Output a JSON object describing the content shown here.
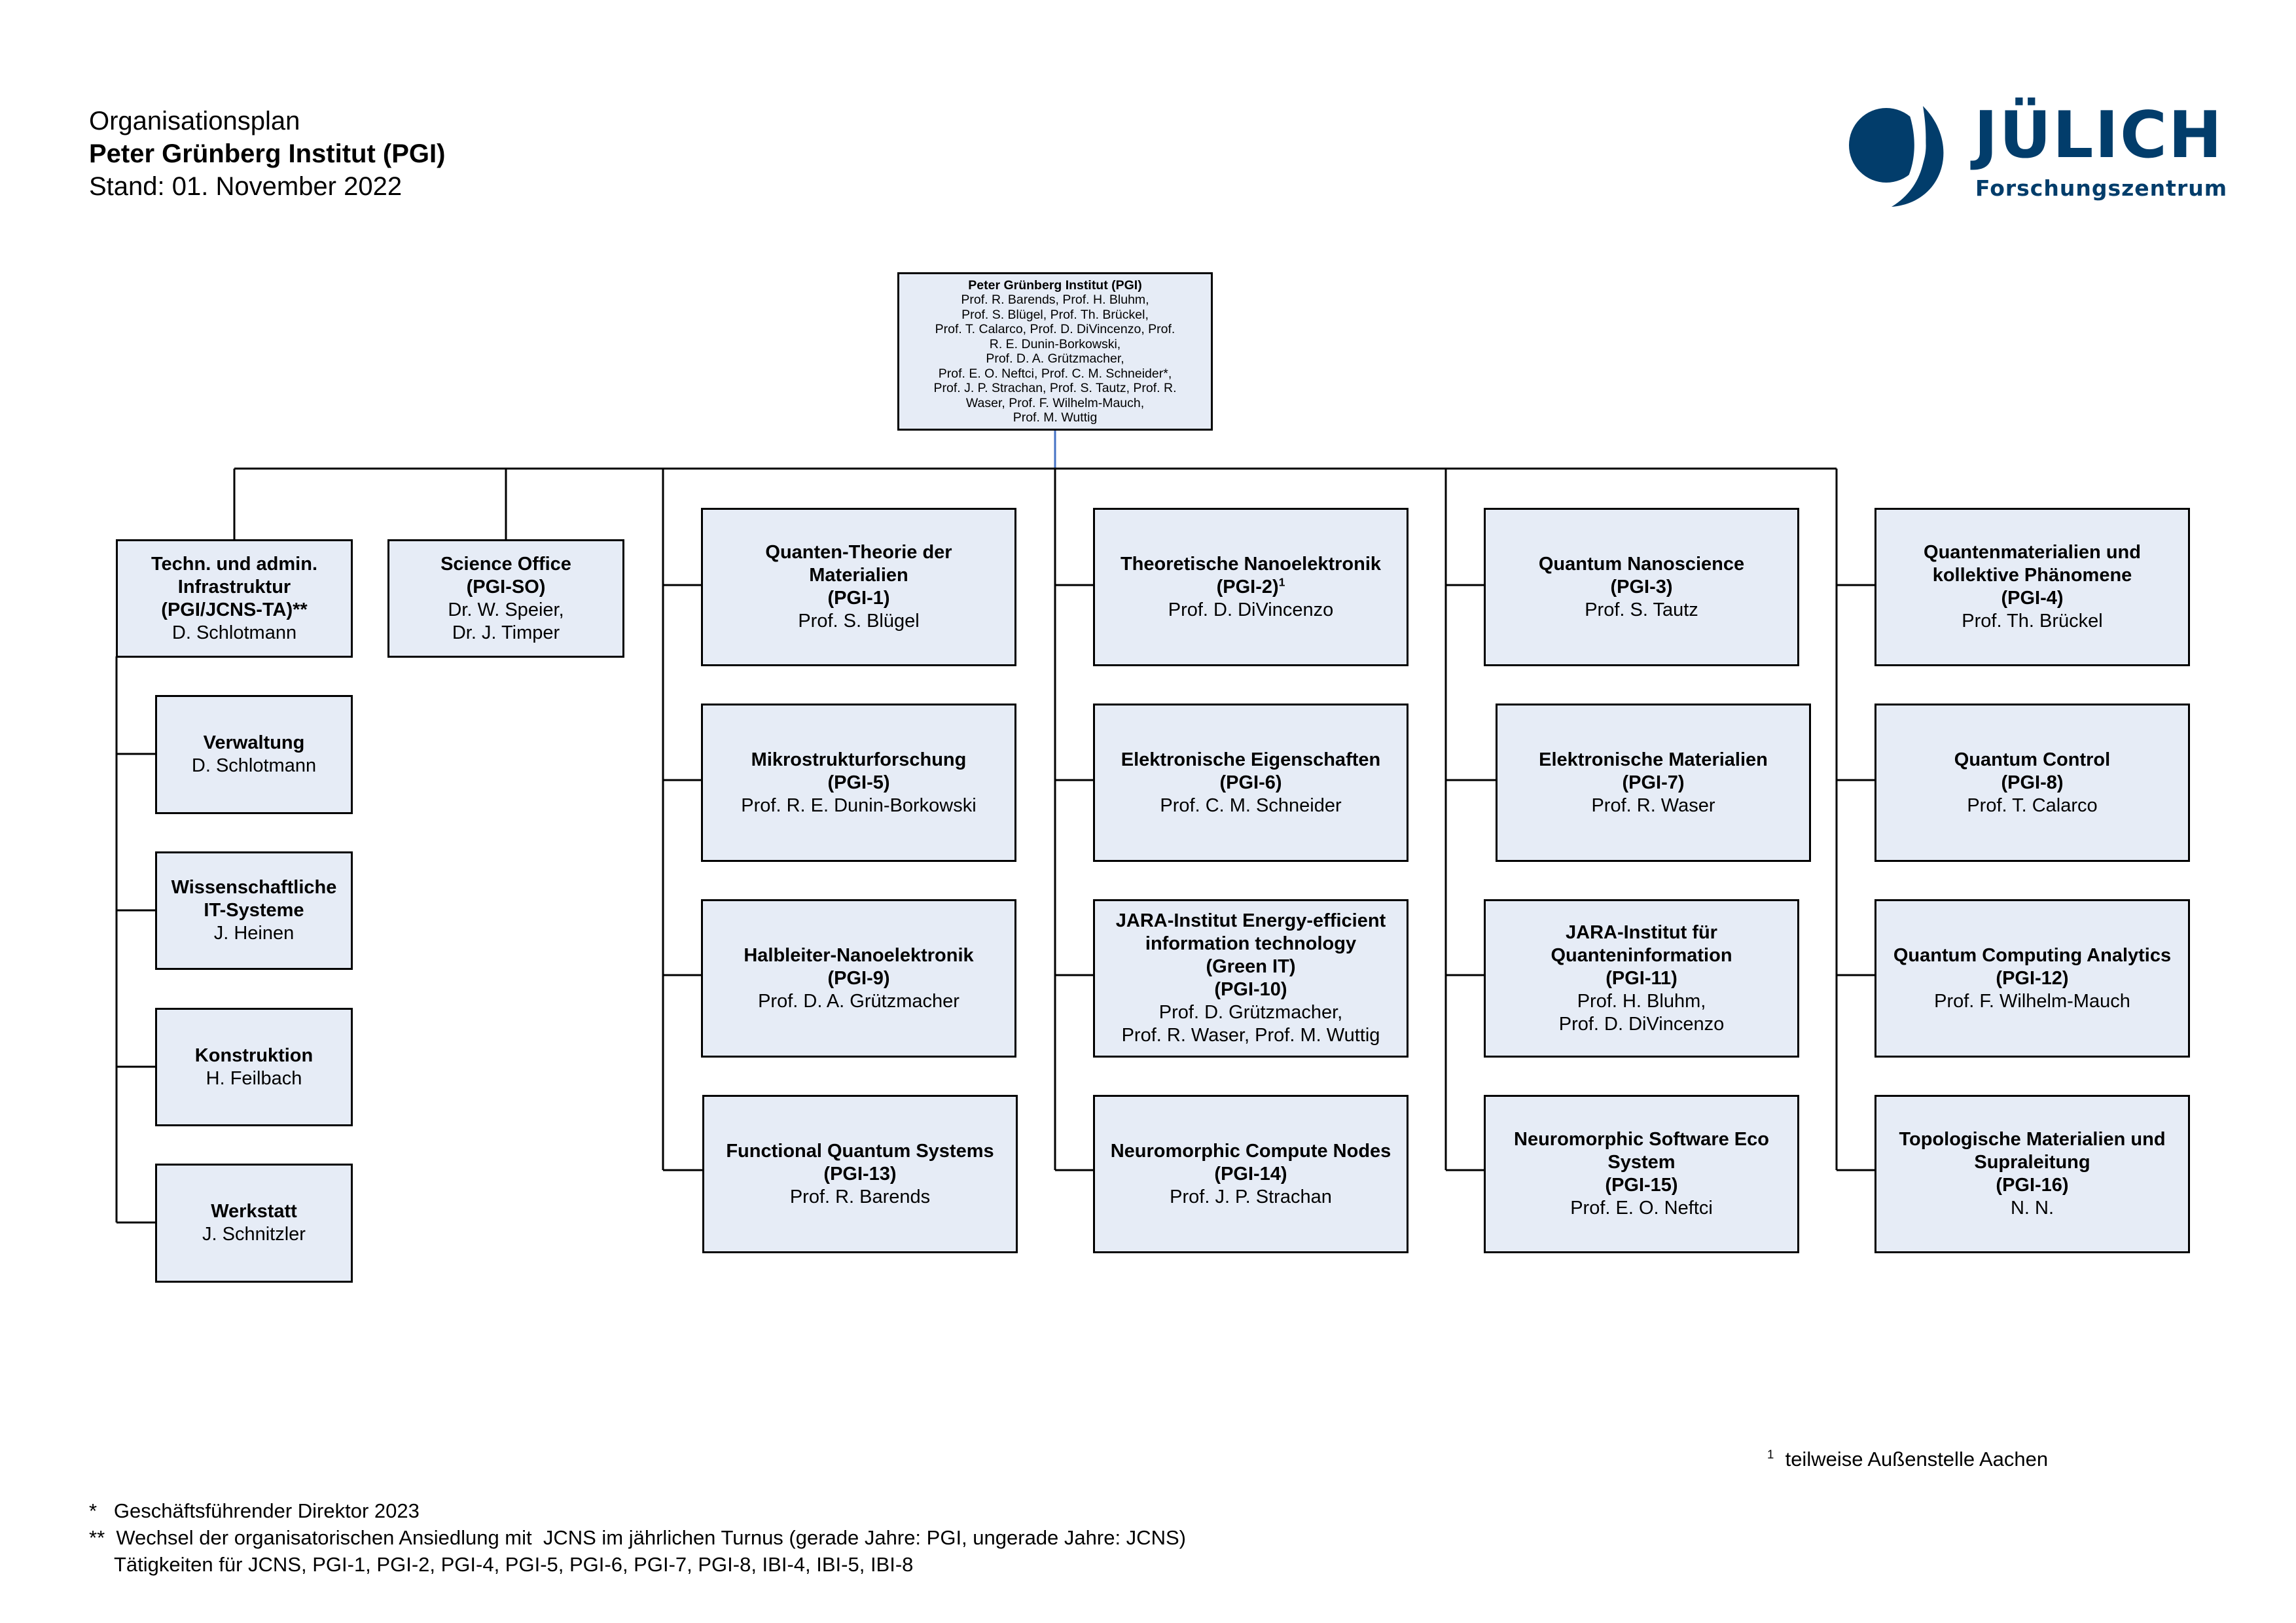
{
  "header": {
    "line1": "Organisationsplan",
    "line2": "Peter Grünberg Institut (PGI)",
    "line3": "Stand: 01. November 2022"
  },
  "logo": {
    "name": "JÜLICH",
    "subtitle": "Forschungszentrum",
    "color": "#023d6b"
  },
  "root": {
    "title": "Peter Grünberg Institut (PGI)",
    "lines": [
      "Prof. R. Barends, Prof. H. Bluhm,",
      "Prof. S. Blügel, Prof. Th. Brückel,",
      "Prof. T. Calarco, Prof. D. DiVincenzo, Prof.",
      "R. E. Dunin-Borkowski,",
      "Prof. D. A. Grützmacher,",
      "Prof. E. O. Neftci, Prof. C. M. Schneider*,",
      "Prof. J. P. Strachan, Prof. S. Tautz, Prof. R.",
      "Waser, Prof. F. Wilhelm-Mauch,",
      "Prof. M. Wuttig"
    ]
  },
  "infra": {
    "title_lines": [
      "Techn. und admin.",
      "Infrastruktur",
      "(PGI/JCNS-TA)**"
    ],
    "person": "D. Schlotmann",
    "children": [
      {
        "title_lines": [
          "Verwaltung"
        ],
        "person": "D. Schlotmann"
      },
      {
        "title_lines": [
          "Wissenschaftliche",
          "IT-Systeme"
        ],
        "person": "J. Heinen"
      },
      {
        "title_lines": [
          "Konstruktion"
        ],
        "person": "H. Feilbach"
      },
      {
        "title_lines": [
          "Werkstatt"
        ],
        "person": "J. Schnitzler"
      }
    ]
  },
  "science_office": {
    "title_lines": [
      "Science Office",
      "(PGI-SO)"
    ],
    "people": [
      "Dr. W. Speier,",
      "Dr. J. Timper"
    ]
  },
  "columns": [
    [
      {
        "title_lines": [
          "Quanten-Theorie der",
          "Materialien",
          "(PGI-1)"
        ],
        "people": [
          "Prof. S. Blügel"
        ]
      },
      {
        "title_lines": [
          "Mikrostrukturforschung",
          "(PGI-5)"
        ],
        "people": [
          "Prof. R. E. Dunin-Borkowski"
        ]
      },
      {
        "title_lines": [
          "Halbleiter-Nanoelektronik",
          "(PGI-9)"
        ],
        "people": [
          "Prof. D. A. Grützmacher"
        ]
      },
      {
        "title_lines": [
          "Functional Quantum Systems",
          "(PGI-13)"
        ],
        "people": [
          "Prof. R. Barends"
        ]
      }
    ],
    [
      {
        "title_lines": [
          "Theoretische Nanoelektronik",
          "(PGI-2)"
        ],
        "footnote_mark": "1",
        "people": [
          "Prof. D. DiVincenzo"
        ]
      },
      {
        "title_lines": [
          "Elektronische Eigenschaften",
          "(PGI-6)"
        ],
        "people": [
          "Prof. C. M. Schneider"
        ]
      },
      {
        "title_lines": [
          "JARA-Institut Energy-efficient",
          "information technology",
          "(Green IT)",
          "(PGI-10)"
        ],
        "people": [
          "Prof. D. Grützmacher,",
          "Prof. R. Waser, Prof. M. Wuttig"
        ]
      },
      {
        "title_lines": [
          "Neuromorphic Compute Nodes",
          "(PGI-14)"
        ],
        "people": [
          "Prof. J. P. Strachan"
        ]
      }
    ],
    [
      {
        "title_lines": [
          "Quantum Nanoscience",
          "(PGI-3)"
        ],
        "people": [
          "Prof. S. Tautz"
        ]
      },
      {
        "title_lines": [
          "Elektronische Materialien",
          "(PGI-7)"
        ],
        "people": [
          "Prof. R. Waser"
        ]
      },
      {
        "title_lines": [
          "JARA-Institut für",
          "Quanteninformation",
          "(PGI-11)"
        ],
        "people": [
          "Prof. H. Bluhm,",
          "Prof. D. DiVincenzo"
        ]
      },
      {
        "title_lines": [
          "Neuromorphic Software Eco",
          "System",
          "(PGI-15)"
        ],
        "people": [
          "Prof. E. O. Neftci"
        ]
      }
    ],
    [
      {
        "title_lines": [
          "Quantenmaterialien und",
          "kollektive Phänomene",
          "(PGI-4)"
        ],
        "people": [
          "Prof. Th. Brückel"
        ]
      },
      {
        "title_lines": [
          "Quantum Control",
          "(PGI-8)"
        ],
        "people": [
          "Prof. T. Calarco"
        ]
      },
      {
        "title_lines": [
          "Quantum Computing Analytics",
          "(PGI-12)"
        ],
        "people": [
          "Prof. F. Wilhelm-Mauch"
        ]
      },
      {
        "title_lines": [
          "Topologische Materialien und",
          "Supraleitung",
          "(PGI-16)"
        ],
        "people": [
          "N. N."
        ]
      }
    ]
  ],
  "footnotes": {
    "mark1": "1",
    "mark1_text": "teilweise Außenstelle Aachen",
    "star1": "*   Geschäftsführender Direktor 2023",
    "star2": "**  Wechsel der organisatorischen Ansiedlung mit  JCNS im jährlichen Turnus (gerade Jahre: PGI, ungerade Jahre: JCNS)",
    "star3": "Tätigkeiten für JCNS, PGI-1, PGI-2, PGI-4, PGI-5, PGI-6, PGI-7, PGI-8, IBI-4, IBI-5, IBI-8"
  }
}
